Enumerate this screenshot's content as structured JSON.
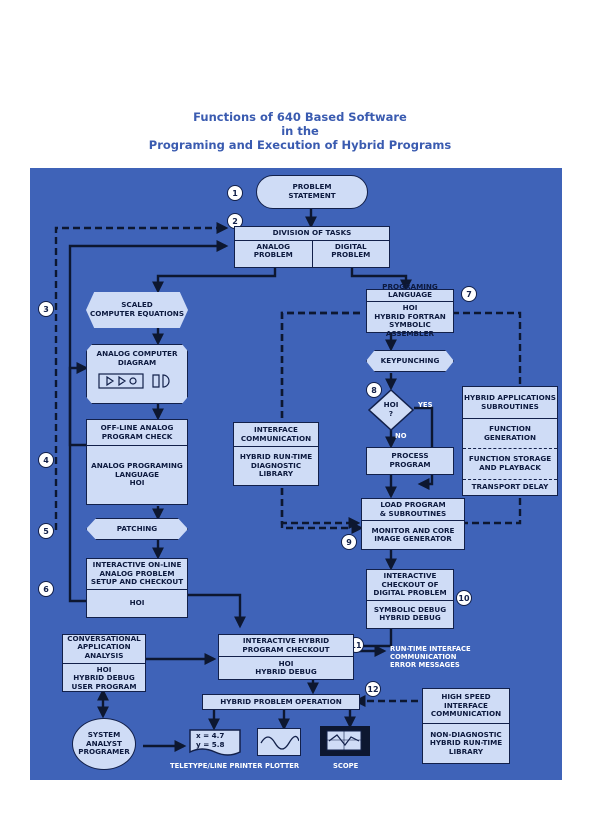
{
  "title": {
    "line1": "Functions of 640 Based Software",
    "line2": "in the",
    "line3": "Programing and Execution of Hybrid Programs"
  },
  "nodes": {
    "problem_statement": "PROBLEM\nSTATEMENT",
    "division_of_tasks": "DIVISION OF TASKS",
    "analog_problem": "ANALOG\nPROBLEM",
    "digital_problem": "DIGITAL\nPROBLEM",
    "scaled_equations": "SCALED\nCOMPUTER EQUATIONS",
    "analog_diagram": "ANALOG COMPUTER\nDIAGRAM",
    "offline_check": "OFF-LINE ANALOG\nPROGRAM CHECK",
    "analog_language": "ANALOG PROGRAMING\nLANGUAGE\nHOI",
    "patching": "PATCHING",
    "interactive_online": "INTERACTIVE ON-LINE\nANALOG PROBLEM\nSETUP AND CHECKOUT",
    "interactive_online_hoi": "HOI",
    "programing_language": "PROGRAMING\nLANGUAGE",
    "programing_language_sub": "HOI\nHYBRID FORTRAN\nSYMBOLIC ASSEMBLER",
    "keypunching": "KEYPUNCHING",
    "hoi_question": "HOI\n?",
    "yes": "YES",
    "no": "NO",
    "process_program": "PROCESS\nPROGRAM",
    "interface_comm": "INTERFACE\nCOMMUNICATION",
    "interface_comm_sub": "HYBRID RUN-TIME\nDIAGNOSTIC\nLIBRARY",
    "hybrid_apps": "HYBRID APPLICATIONS\nSUBROUTINES",
    "function_generation": "FUNCTION GENERATION",
    "function_storage": "FUNCTION STORAGE\nAND PLAYBACK",
    "transport_delay": "TRANSPORT DELAY",
    "load_program": "LOAD PROGRAM\n& SUBROUTINES",
    "monitor": "MONITOR AND CORE\nIMAGE GENERATOR",
    "interactive_digital": "INTERACTIVE\nCHECKOUT OF\nDIGITAL PROBLEM",
    "interactive_digital_sub": "SYMBOLIC DEBUG\nHYBRID DEBUG",
    "conversational": "CONVERSATIONAL\nAPPLICATION\nANALYSIS",
    "conversational_sub": "HOI\nHYBRID DEBUG\nUSER PROGRAM",
    "interactive_hybrid": "INTERACTIVE HYBRID\nPROGRAM CHECKOUT",
    "interactive_hybrid_sub": "HOI\nHYBRID DEBUG",
    "runtime_messages": "RUN-TIME INTERFACE\nCOMMUNICATION\nERROR MESSAGES",
    "hybrid_operation": "HYBRID PROBLEM OPERATION",
    "high_speed": "HIGH SPEED\nINTERFACE\nCOMMUNICATION",
    "high_speed_sub": "NON-DIAGNOSTIC\nHYBRID RUN-TIME\nLIBRARY",
    "system_analyst": "SYSTEM\nANALYST\nPROGRAMER",
    "teletype_values": "x = 4.7\ny = 5.8",
    "teletype": "TELETYPE/LINE PRINTER",
    "plotter": "PLOTTER",
    "scope": "SCOPE"
  },
  "step_numbers": [
    "1",
    "2",
    "3",
    "4",
    "5",
    "6",
    "7",
    "8",
    "9",
    "10",
    "11",
    "12"
  ],
  "colors": {
    "panel": "#3f63b8",
    "box": "#cfdcf6",
    "line": "#0d1730",
    "title": "#3a5bb0"
  }
}
